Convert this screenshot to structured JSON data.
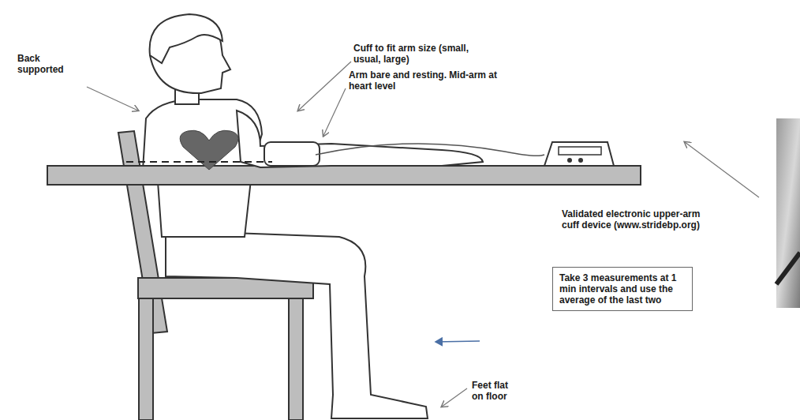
{
  "diagram": {
    "nodes": [
      {
        "text": [
          "Take 3 measurements at 1 min intervals and use the average of the last two"
        ]
      }
    ],
    "labels": [
      "Back supported",
      "Cuff to fit arm size (small, usual, large)",
      "Arm bare and resting. Mid-arm at heart level",
      "Validated electronic upper-arm cuff device (www.stridebp.org)",
      "Feet flat on floor"
    ]
  }
}
